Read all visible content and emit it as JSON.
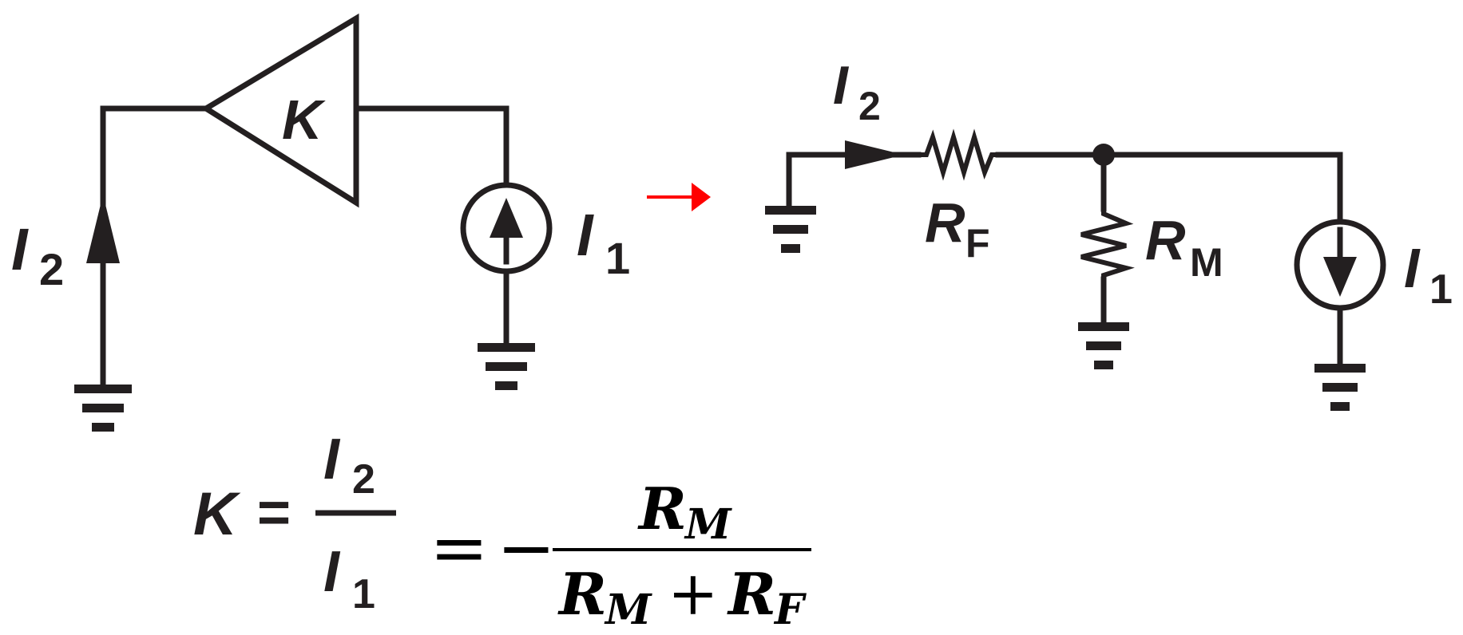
{
  "colors": {
    "ink": "#231f20",
    "arrow": "#ff0000",
    "background": "#ffffff"
  },
  "left_circuit": {
    "amplifier_label": "K",
    "output_current": {
      "symbol": "I",
      "subscript": "2"
    },
    "input_current": {
      "symbol": "I",
      "subscript": "1"
    },
    "icons": [
      "amplifier-triangle-icon",
      "current-arrow-up-icon",
      "current-source-up-icon",
      "ground-icon"
    ]
  },
  "transform_arrow": {
    "icon": "right-arrow-icon",
    "color": "#ff0000"
  },
  "right_circuit": {
    "branch_current": {
      "symbol": "I",
      "subscript": "2"
    },
    "feedback_resistor": {
      "symbol": "R",
      "subscript": "F"
    },
    "shunt_resistor": {
      "symbol": "R",
      "subscript": "M"
    },
    "source_current": {
      "symbol": "I",
      "subscript": "1"
    },
    "icons": [
      "resistor-icon",
      "junction-dot-icon",
      "current-source-down-icon",
      "ground-icon",
      "current-arrow-right-icon"
    ]
  },
  "equation": {
    "lhs": "K",
    "equals_1": "=",
    "ratio_numerator": {
      "symbol": "I",
      "subscript": "2"
    },
    "ratio_denominator": {
      "symbol": "I",
      "subscript": "1"
    },
    "equals_2": "=",
    "minus": "−",
    "numerator": {
      "symbol": "R",
      "subscript": "M"
    },
    "denominator": {
      "term1": {
        "symbol": "R",
        "subscript": "M"
      },
      "plus": "+",
      "term2": {
        "symbol": "R",
        "subscript": "F"
      }
    }
  }
}
